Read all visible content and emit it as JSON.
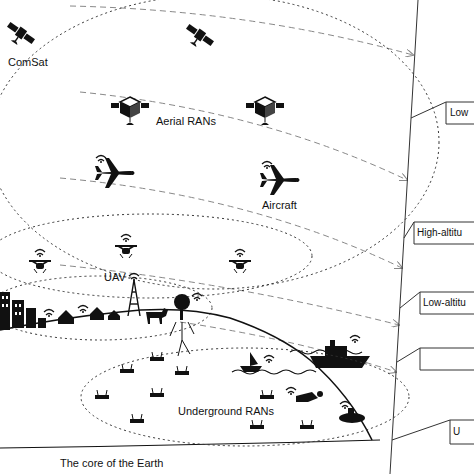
{
  "diagram": {
    "nodes": [
      {
        "text": [
          "Aerial RANs"
        ]
      },
      {
        "text": [
          "Underground RANs"
        ]
      }
    ],
    "labels": [
      "ComSat",
      "Aircraft",
      "UAV",
      "The core of the Earth",
      "Low",
      "High-altitu",
      "Low-altitu",
      "U"
    ]
  }
}
